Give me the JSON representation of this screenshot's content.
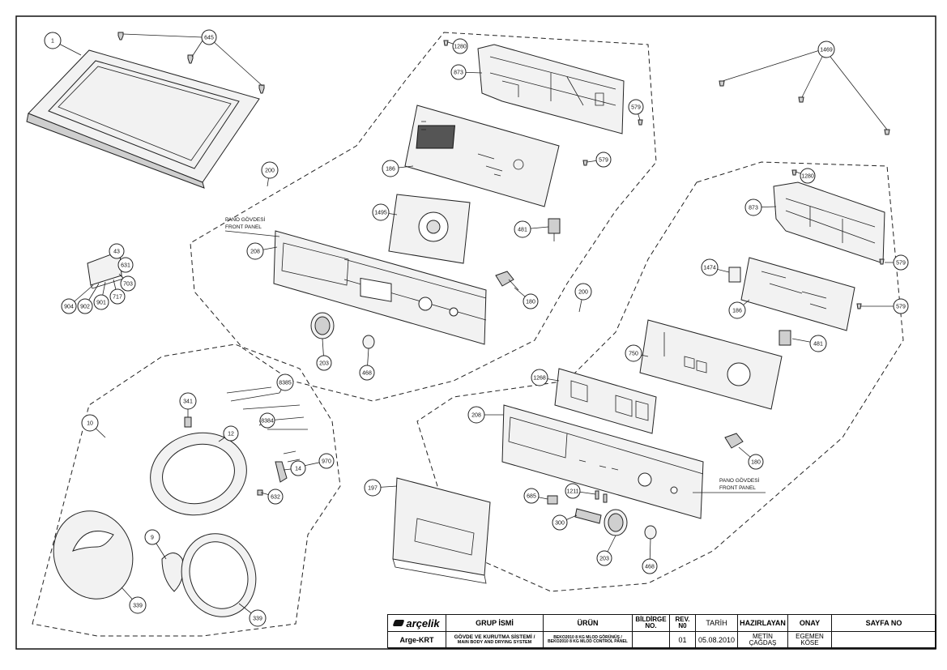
{
  "callouts": [
    {
      "id": "c1",
      "label": "1"
    },
    {
      "id": "c645",
      "label": "645"
    },
    {
      "id": "c1280a",
      "label": "1280"
    },
    {
      "id": "c873a",
      "label": "873"
    },
    {
      "id": "c579a",
      "label": "579"
    },
    {
      "id": "c579b",
      "label": "579"
    },
    {
      "id": "c186a",
      "label": "186"
    },
    {
      "id": "c200a",
      "label": "200"
    },
    {
      "id": "c1495",
      "label": "1495"
    },
    {
      "id": "c481a",
      "label": "481"
    },
    {
      "id": "c208a",
      "label": "208"
    },
    {
      "id": "c180a",
      "label": "180"
    },
    {
      "id": "c43",
      "label": "43"
    },
    {
      "id": "c631",
      "label": "631"
    },
    {
      "id": "c703",
      "label": "703"
    },
    {
      "id": "c717",
      "label": "717"
    },
    {
      "id": "c901",
      "label": "901"
    },
    {
      "id": "c902",
      "label": "902"
    },
    {
      "id": "c904",
      "label": "904"
    },
    {
      "id": "c203a",
      "label": "203"
    },
    {
      "id": "c468a",
      "label": "468"
    },
    {
      "id": "c1469",
      "label": "1469"
    },
    {
      "id": "c1280b",
      "label": "1280"
    },
    {
      "id": "c873b",
      "label": "873"
    },
    {
      "id": "c1474",
      "label": "1474"
    },
    {
      "id": "c579c",
      "label": "579"
    },
    {
      "id": "c579d",
      "label": "579"
    },
    {
      "id": "c186b",
      "label": "186"
    },
    {
      "id": "c200b",
      "label": "200"
    },
    {
      "id": "c481b",
      "label": "481"
    },
    {
      "id": "c750",
      "label": "750"
    },
    {
      "id": "c1268",
      "label": "1268"
    },
    {
      "id": "c208b",
      "label": "208"
    },
    {
      "id": "c180b",
      "label": "180"
    },
    {
      "id": "c685",
      "label": "685"
    },
    {
      "id": "c1211",
      "label": "1211"
    },
    {
      "id": "c300",
      "label": "300"
    },
    {
      "id": "c203b",
      "label": "203"
    },
    {
      "id": "c468b",
      "label": "468"
    },
    {
      "id": "c197",
      "label": "197"
    },
    {
      "id": "c10",
      "label": "10"
    },
    {
      "id": "c341",
      "label": "341"
    },
    {
      "id": "c8385",
      "label": "8385"
    },
    {
      "id": "c8384",
      "label": "8384"
    },
    {
      "id": "c12",
      "label": "12"
    },
    {
      "id": "c970",
      "label": "970"
    },
    {
      "id": "c14",
      "label": "14"
    },
    {
      "id": "c632",
      "label": "632"
    },
    {
      "id": "c9",
      "label": "9"
    },
    {
      "id": "c339a",
      "label": "339"
    },
    {
      "id": "c339b",
      "label": "339"
    }
  ],
  "panel_labels": {
    "top_line1": "PANO GÖVDESİ",
    "top_line2": "FRONT PANEL",
    "bottom_line1": "PANO GÖVDESİ",
    "bottom_line2": "FRONT PANEL"
  },
  "title_block": {
    "logo": "arçelik",
    "dept": "Arge-KRT",
    "group_header": "GRUP İSMİ",
    "group_tr": "GÖVDE VE KURUTMA SİSTEMİ /",
    "group_en": "MAIN BODY AND DRYING SYSTEM",
    "product_header": "ÜRÜN",
    "product_line1": "BEKO2010 8 KG MLOD GÖRÜNÜŞ /",
    "product_line2": "BEKO2010 8 KG MLOD CONTROL PANEL",
    "notice_header_1": "BİLDİRGE",
    "notice_header_2": "NO.",
    "notice_value": "",
    "rev_header_1": "REV.",
    "rev_header_2": "N0",
    "rev_value": "01",
    "date_header": "TARİH",
    "date_value": "05.08.2010",
    "prepared_header": "HAZIRLAYAN",
    "prepared_1": "METİN",
    "prepared_2": "ÇAĞDAŞ",
    "approved_header": "ONAY",
    "approved_1": "EGEMEN",
    "approved_2": "KÖSE",
    "sheet_header": "SAYFA NO",
    "sheet_value": ""
  }
}
